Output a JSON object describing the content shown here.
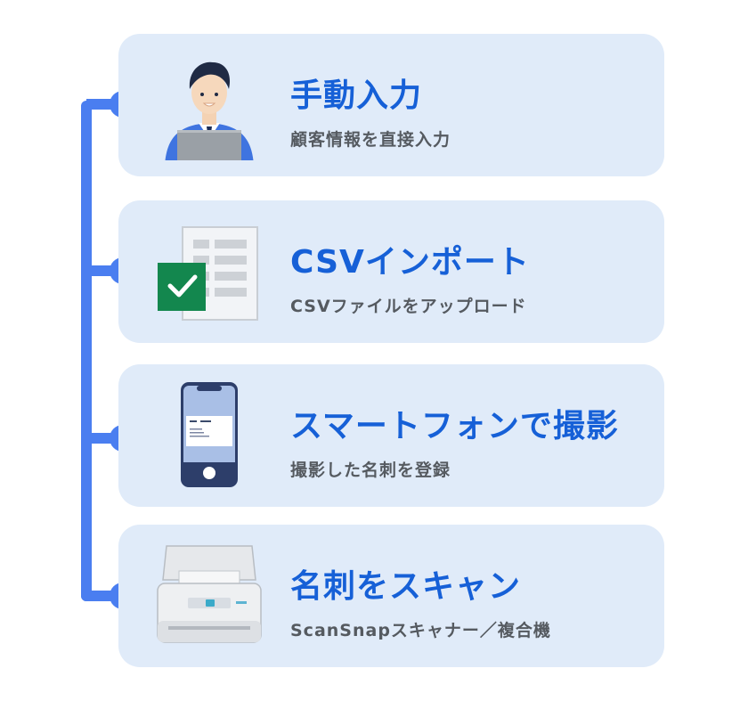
{
  "colors": {
    "accent": "#4a7ef0",
    "card_bg": "#e0ebf9",
    "title": "#1660d7",
    "subtitle": "#555a60"
  },
  "steps": [
    {
      "title": "手動入力",
      "subtitle": "顧客情報を直接入力",
      "icon": "person-laptop-icon"
    },
    {
      "title": "CSVインポート",
      "subtitle": "CSVファイルをアップロード",
      "icon": "csv-checklist-icon"
    },
    {
      "title": "スマートフォンで撮影",
      "subtitle": "撮影した名刺を登録",
      "icon": "smartphone-card-icon"
    },
    {
      "title": "名刺をスキャン",
      "subtitle": "ScanSnapスキャナー／複合機",
      "icon": "scanner-icon"
    }
  ]
}
